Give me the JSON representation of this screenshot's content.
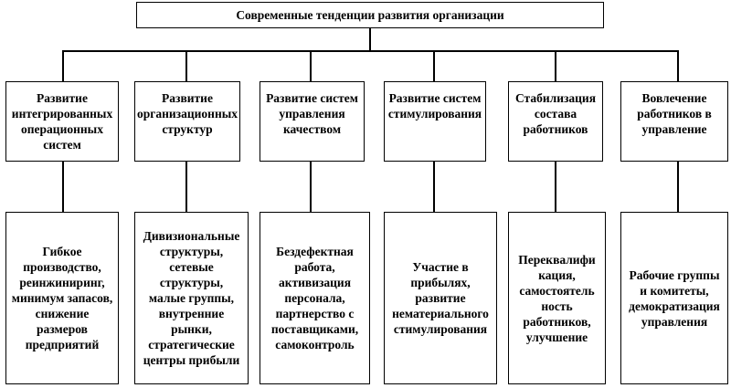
{
  "title": "Современные тенденции развития организации",
  "categories": [
    {
      "heading": "Развитие\nинтегрированных\nоперационных\nсистем",
      "details": "Гибкое\nпроизводство,\nреинжиниринг,\nминимум запасов,\nснижение\nразмеров\nпредприятий"
    },
    {
      "heading": "Развитие\nорганизационных\nструктур",
      "details": "Дивизиональные\nструктуры,\nсетевые\nструктуры,\nмалые группы,\nвнутренние\nрынки,\nстратегические\nцентры прибыли"
    },
    {
      "heading": "Развитие систем\nуправления\nкачеством",
      "details": "Бездефектная\nработа,\nактивизация\nперсонала,\nпартнерство с\nпоставщиками,\nсамоконтроль"
    },
    {
      "heading": "Развитие систем\nстимулирования",
      "details": "Участие в\nприбылях,\nразвитие\nнематериального\nстимулирования"
    },
    {
      "heading": "Стабилизация\nсостава\nработников",
      "details": "Переквалифи\nкация,\nсамостоятель\nность\nработников,\nулучшение"
    },
    {
      "heading": "Вовлечение\nработников в\nуправление",
      "details": "Рабочие группы\nи комитеты,\nдемократизация\nуправления"
    }
  ]
}
